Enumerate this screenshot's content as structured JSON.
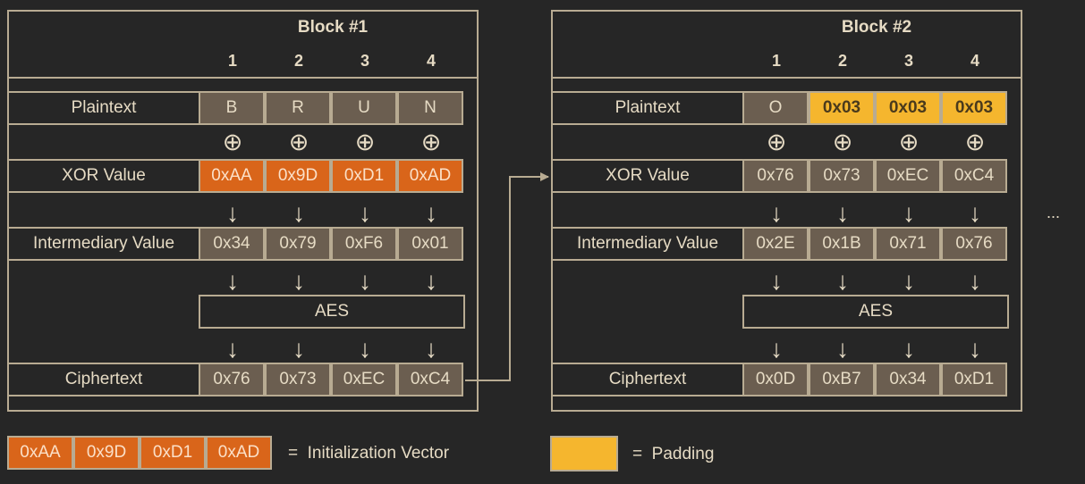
{
  "blocks": [
    {
      "title": "Block #1",
      "columns": [
        "1",
        "2",
        "3",
        "4"
      ],
      "plaintext_label": "Plaintext",
      "plaintext": [
        "B",
        "R",
        "U",
        "N"
      ],
      "xor_label": "XOR Value",
      "xor": [
        "0xAA",
        "0x9D",
        "0xD1",
        "0xAD"
      ],
      "intermediary_label": "Intermediary Value",
      "intermediary": [
        "0x34",
        "0x79",
        "0xF6",
        "0x01"
      ],
      "aes_label": "AES",
      "ciphertext_label": "Ciphertext",
      "ciphertext": [
        "0x76",
        "0x73",
        "0xEC",
        "0xC4"
      ]
    },
    {
      "title": "Block #2",
      "columns": [
        "1",
        "2",
        "3",
        "4"
      ],
      "plaintext_label": "Plaintext",
      "plaintext": [
        "O",
        "0x03",
        "0x03",
        "0x03"
      ],
      "xor_label": "XOR Value",
      "xor": [
        "0x76",
        "0x73",
        "0xEC",
        "0xC4"
      ],
      "intermediary_label": "Intermediary Value",
      "intermediary": [
        "0x2E",
        "0x1B",
        "0x71",
        "0x76"
      ],
      "aes_label": "AES",
      "ciphertext_label": "Ciphertext",
      "ciphertext": [
        "0x0D",
        "0xB7",
        "0x34",
        "0xD1"
      ]
    }
  ],
  "ellipsis": "...",
  "legend": {
    "iv_values": [
      "0xAA",
      "0x9D",
      "0xD1",
      "0xAD"
    ],
    "iv_text": "=  Initialization Vector",
    "padding_text": "=  Padding"
  },
  "colors": {
    "background": "#262626",
    "border": "#b8ab92",
    "cell": "#6b5e50",
    "xor_iv": "#d9651a",
    "padding": "#f5b62e"
  }
}
